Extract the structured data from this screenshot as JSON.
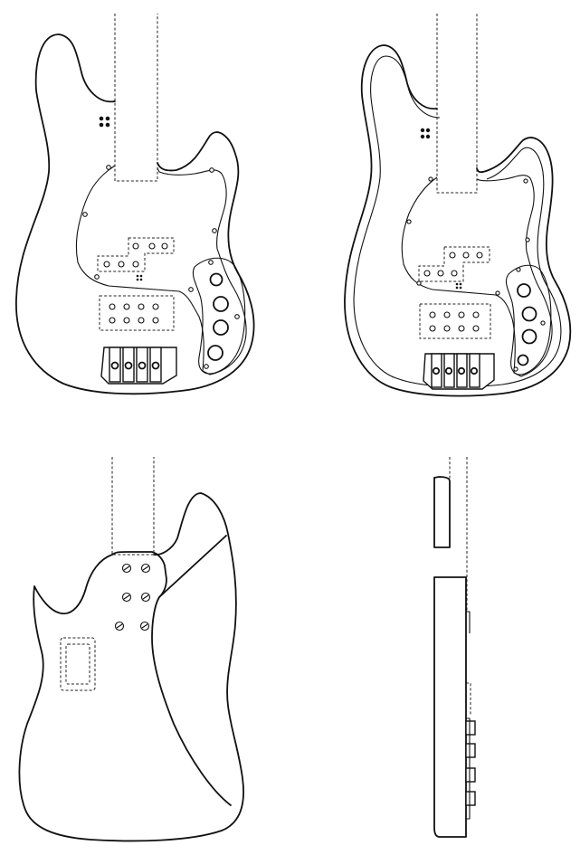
{
  "sheet": {
    "views": [
      {
        "id": "front-line-view"
      },
      {
        "id": "front-shaded-view"
      },
      {
        "id": "rear-view"
      },
      {
        "id": "side-view"
      }
    ]
  }
}
